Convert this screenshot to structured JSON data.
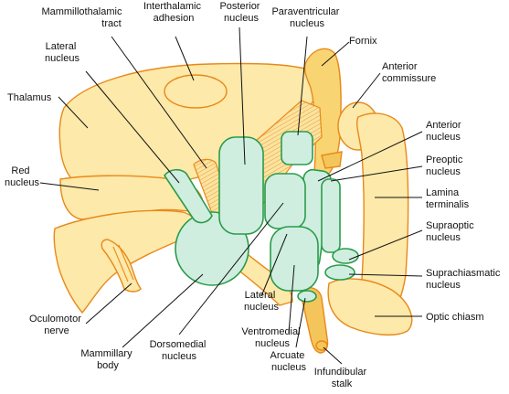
{
  "figure": {
    "labels": {
      "mammillothalamic_tract": [
        "Mammillothalamic",
        "tract"
      ],
      "interthalamic_adhesion": [
        "Interthalamic",
        "adhesion"
      ],
      "posterior_nucleus": [
        "Posterior",
        "nucleus"
      ],
      "paraventricular_nucleus": [
        "Paraventricular",
        "nucleus"
      ],
      "fornix": [
        "Fornix"
      ],
      "lateral_nucleus_top": [
        "Lateral",
        "nucleus"
      ],
      "anterior_commissure": [
        "Anterior",
        "commissure"
      ],
      "thalamus": [
        "Thalamus"
      ],
      "anterior_nucleus": [
        "Anterior",
        "nucleus"
      ],
      "red_nucleus": [
        "Red",
        "nucleus"
      ],
      "preoptic_nucleus": [
        "Preoptic",
        "nucleus"
      ],
      "lamina_terminalis": [
        "Lamina",
        "terminalis"
      ],
      "supraoptic_nucleus": [
        "Supraoptic",
        "nucleus"
      ],
      "suprachiasmatic_nucleus": [
        "Suprachiasmatic",
        "nucleus"
      ],
      "lateral_nucleus_bottom": [
        "Lateral",
        "nucleus"
      ],
      "optic_chiasm": [
        "Optic chiasm"
      ],
      "oculomotor_nerve": [
        "Oculomotor",
        "nerve"
      ],
      "ventromedial_nucleus": [
        "Ventromedial",
        "nucleus"
      ],
      "mammillary_body": [
        "Mammillary",
        "body"
      ],
      "dorsomedial_nucleus": [
        "Dorsomedial",
        "nucleus"
      ],
      "arcuate_nucleus": [
        "Arcuate",
        "nucleus"
      ],
      "infundibular_stalk": [
        "Infundibular",
        "stalk"
      ]
    }
  }
}
